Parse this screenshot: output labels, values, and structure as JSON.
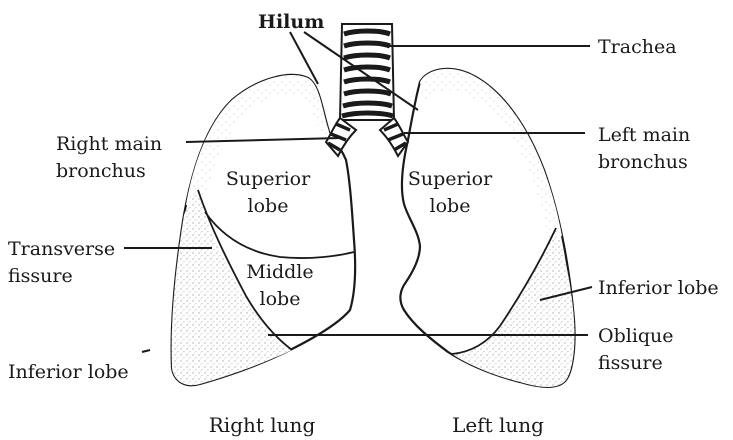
{
  "labels": {
    "hilum": "Hilum",
    "trachea": "Trachea",
    "right_main_bronchus": [
      "Right main",
      "bronchus"
    ],
    "left_main_bronchus": [
      "Left main",
      "bronchus"
    ],
    "transverse_fissure": [
      "Transverse",
      "fissure"
    ],
    "inferior_lobe_left_label": "Inferior lobe",
    "inferior_lobe_right_label": "Inferior lobe",
    "oblique_fissure": [
      "Oblique",
      "fissure"
    ]
  },
  "lobes": {
    "right_superior": [
      "Superior",
      "lobe"
    ],
    "right_middle": [
      "Middle",
      "lobe"
    ],
    "left_superior": [
      "Superior",
      "lobe"
    ]
  },
  "captions": {
    "right_lung": "Right lung",
    "left_lung": "Left lung"
  }
}
